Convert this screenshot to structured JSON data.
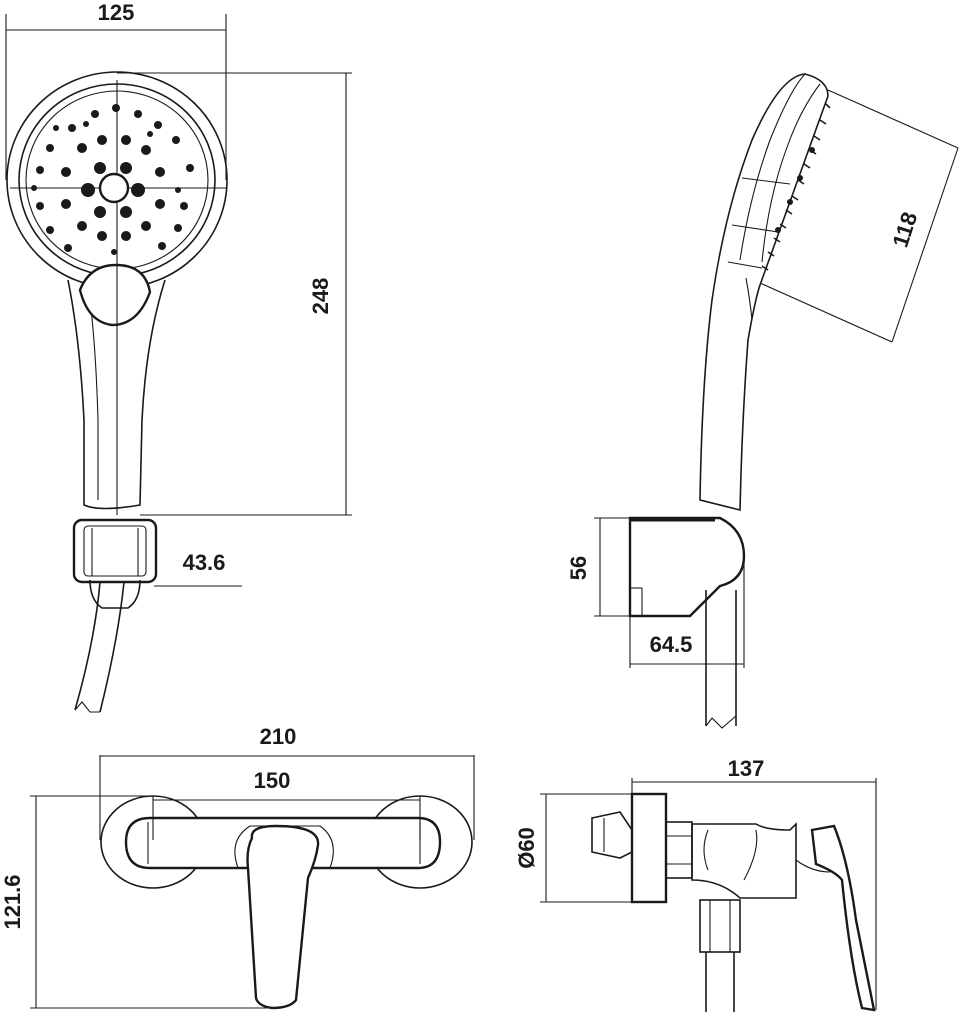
{
  "dimensions": {
    "head_width": "125",
    "head_total_height": "248",
    "holder_width": "43.6",
    "head_face_length": "118",
    "holder_height": "56",
    "holder_depth": "64.5",
    "valve_total_width": "210",
    "valve_center_distance": "150",
    "valve_height": "121.6",
    "flange_diameter": "Ø60",
    "valve_depth": "137"
  }
}
